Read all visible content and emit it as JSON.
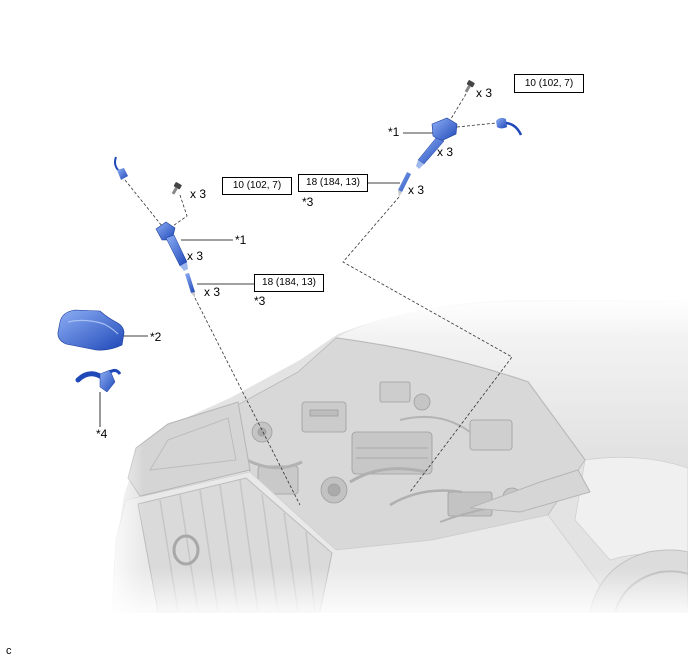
{
  "labels": {
    "coil_bolt_upper": {
      "torque": "10 (102, 7)",
      "qty": "x 3"
    },
    "coil_upper": {
      "callout": "*1",
      "qty": "x 3"
    },
    "spark_plug_upper": {
      "torque": "18 (184, 13)",
      "qty": "x 3",
      "callout": "*3"
    },
    "coil_bolt_lower": {
      "torque": "10 (102, 7)",
      "qty": "x 3"
    },
    "coil_lower": {
      "callout": "*1",
      "qty": "x 3"
    },
    "spark_plug_lower": {
      "torque": "18 (184, 13)",
      "qty": "x 3",
      "callout": "*3"
    },
    "engine_cover": {
      "callout": "*2"
    },
    "hose": {
      "callout": "*4"
    }
  },
  "figure_code": "c",
  "icons": {
    "bolt": "bolt-icon",
    "ignition_coil": "ignition-coil-icon",
    "spark_plug": "spark-plug-icon",
    "connector": "coil-connector-icon",
    "engine_cover": "engine-cover-icon",
    "hose": "hose-icon"
  },
  "colors": {
    "part_blue": "#1f48b8",
    "part_blue_light": "#8eaff5",
    "leader_line": "#000000",
    "illustration_gray": "#e3e3e3"
  }
}
